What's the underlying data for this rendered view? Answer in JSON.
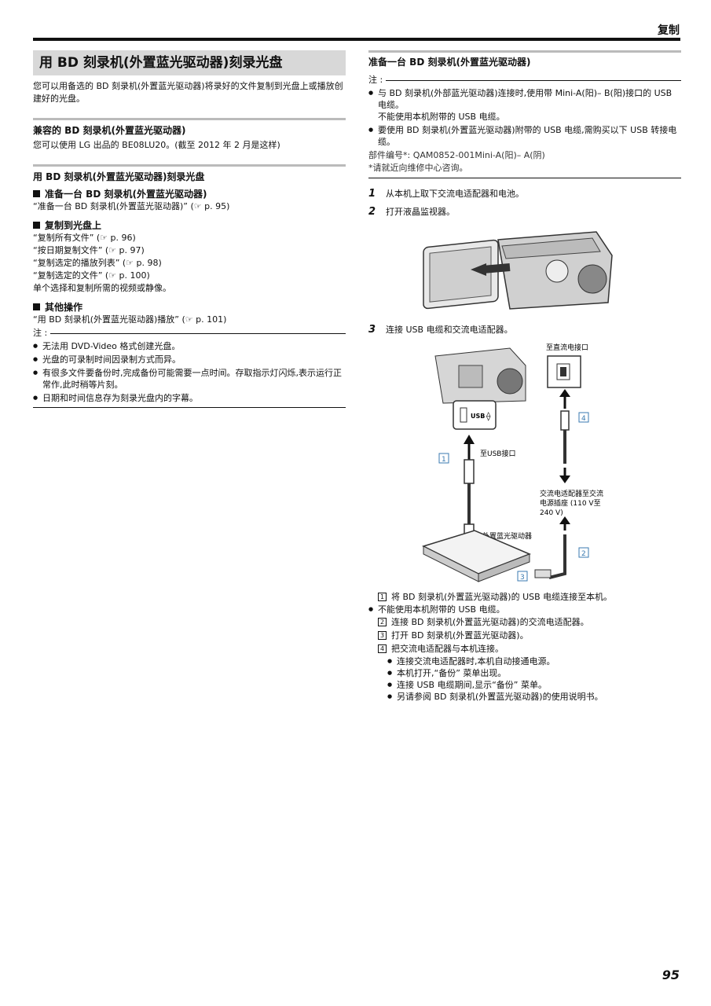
{
  "header": {
    "section": "复制"
  },
  "left": {
    "title": "用 BD 刻录机(外置蓝光驱动器)刻录光盘",
    "intro": "您可以用备选的 BD 刻录机(外置蓝光驱动器)将录好的文件复制到光盘上或播放创建好的光盘。",
    "compat_heading": "兼容的 BD 刻录机(外置蓝光驱动器)",
    "compat_text": "您可以使用 LG 出品的 BE08LU20。(截至 2012 年 2 月是这样)",
    "burn_heading": "用 BD 刻录机(外置蓝光驱动器)刻录光盘",
    "prep_heading": "准备一台 BD 刻录机(外置蓝光驱动器)",
    "prep_link": "“准备一台 BD 刻录机(外置蓝光驱动器)” (☞ p. 95)",
    "copy_heading": "复制到光盘上",
    "copy_links": [
      "“复制所有文件” (☞ p. 96)",
      "“按日期复制文件” (☞ p. 97)",
      "“复制选定的播放列表” (☞ p. 98)",
      "“复制选定的文件” (☞ p. 100)"
    ],
    "copy_note": "单个选择和复制所需的视频或静像。",
    "other_heading": "其他操作",
    "other_link": "“用 BD 刻录机(外置蓝光驱动器)播放” (☞ p. 101)",
    "note_label": "注 :",
    "notes": [
      "无法用 DVD-Video 格式创建光盘。",
      "光盘的可录制时间因录制方式而异。",
      "有很多文件要备份时,完成备份可能需要一点时间。存取指示灯闪烁,表示运行正常作,此时稍等片刻。",
      "日期和时间信息存为刻录光盘内的字幕。"
    ]
  },
  "right": {
    "heading": "准备一台 BD 刻录机(外置蓝光驱动器)",
    "note_label": "注 :",
    "notes": [
      "与 BD 刻录机(外部蓝光驱动器)连接时,使用带 Mini-A(阳)– B(阳)接口的 USB 电缆。",
      "不能使用本机附带的 USB 电缆。",
      "要使用 BD 刻录机(外置蓝光驱动器)附带的 USB 电缆,需购买以下 USB 转接电缆。"
    ],
    "part_number": "部件编号*: QAM0852-001Mini-A(阳)– A(阴)",
    "service_note": "*请就近向维修中心咨询。",
    "steps": [
      {
        "n": "1",
        "text": "从本机上取下交流电适配器和电池。"
      },
      {
        "n": "2",
        "text": "打开液晶监视器。"
      },
      {
        "n": "3",
        "text": "连接 USB 电缆和交流电适配器。"
      }
    ],
    "diagram_labels": {
      "dc_jack": "至直流电接口",
      "usb_jack": "至USB接口",
      "ac_adapter_line1": "交流电适配器至交流",
      "ac_adapter_line2": "电源插座 (110 V至",
      "ac_adapter_line3": "240 V)",
      "external_drive": "外置蓝光驱动器",
      "usb_port_text": "USB",
      "callouts": [
        "1",
        "2",
        "3",
        "4"
      ]
    },
    "captions": [
      {
        "num": "1",
        "text": "将 BD 刻录机(外置蓝光驱动器)的 USB 电缆连接至本机。"
      },
      {
        "bullet": true,
        "text": "不能使用本机附带的 USB 电缆。"
      },
      {
        "num": "2",
        "text": "连接 BD 刻录机(外置蓝光驱动器)的交流电适配器。"
      },
      {
        "num": "3",
        "text": "打开 BD 刻录机(外置蓝光驱动器)。"
      },
      {
        "num": "4",
        "text": "把交流电适配器与本机连接。"
      }
    ],
    "sub_bullets": [
      "连接交流电适配器时,本机自动接通电源。",
      "本机打开,“备份” 菜单出现。",
      "连接 USB 电缆期间,显示“备份” 菜单。",
      "另请参阅 BD 刻录机(外置蓝光驱动器)的使用说明书。"
    ]
  },
  "page_number": "95"
}
